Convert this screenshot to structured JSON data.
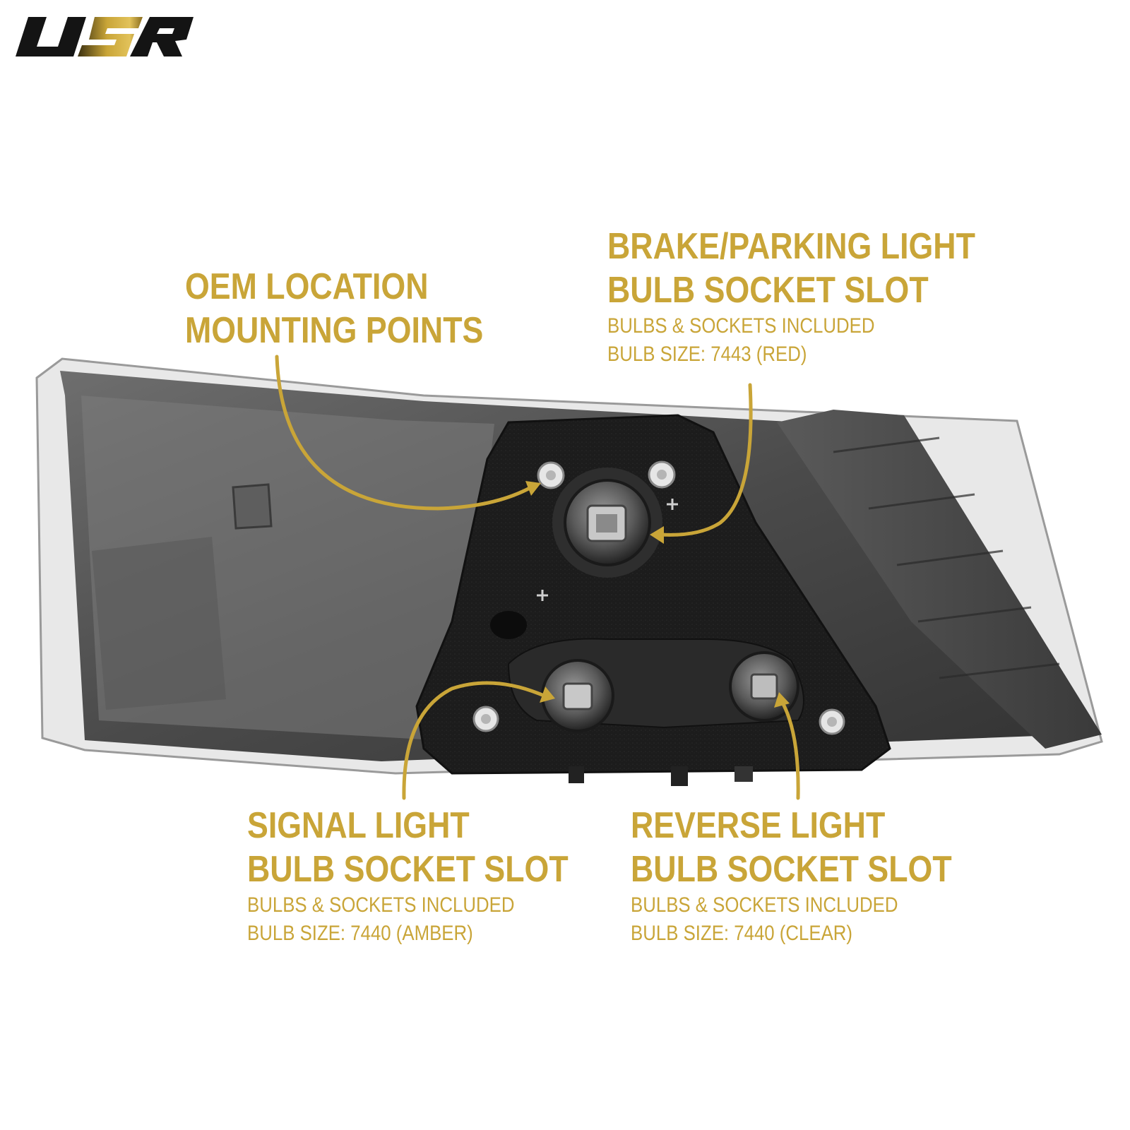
{
  "brand": {
    "logo_text": "USR",
    "colors": {
      "dark": "#141414",
      "gold": "#c9a538",
      "gold_light": "#e2c25a"
    }
  },
  "callouts": {
    "oem": {
      "line1": "OEM LOCATION",
      "line2": "MOUNTING POINTS"
    },
    "brake": {
      "line1": "BRAKE/PARKING LIGHT",
      "line2": "BULB SOCKET SLOT",
      "sub1": "BULBS & SOCKETS INCLUDED",
      "sub2": "BULB SIZE: 7443 (RED)"
    },
    "signal": {
      "line1": "SIGNAL LIGHT",
      "line2": "BULB SOCKET SLOT",
      "sub1": "BULBS & SOCKETS INCLUDED",
      "sub2": "BULB SIZE: 7440 (AMBER)"
    },
    "reverse": {
      "line1": "REVERSE LIGHT",
      "line2": "BULB SOCKET SLOT",
      "sub1": "BULBS & SOCKETS INCLUDED",
      "sub2": "BULB SIZE: 7440 (CLEAR)"
    }
  },
  "accent_color": "#c9a538"
}
